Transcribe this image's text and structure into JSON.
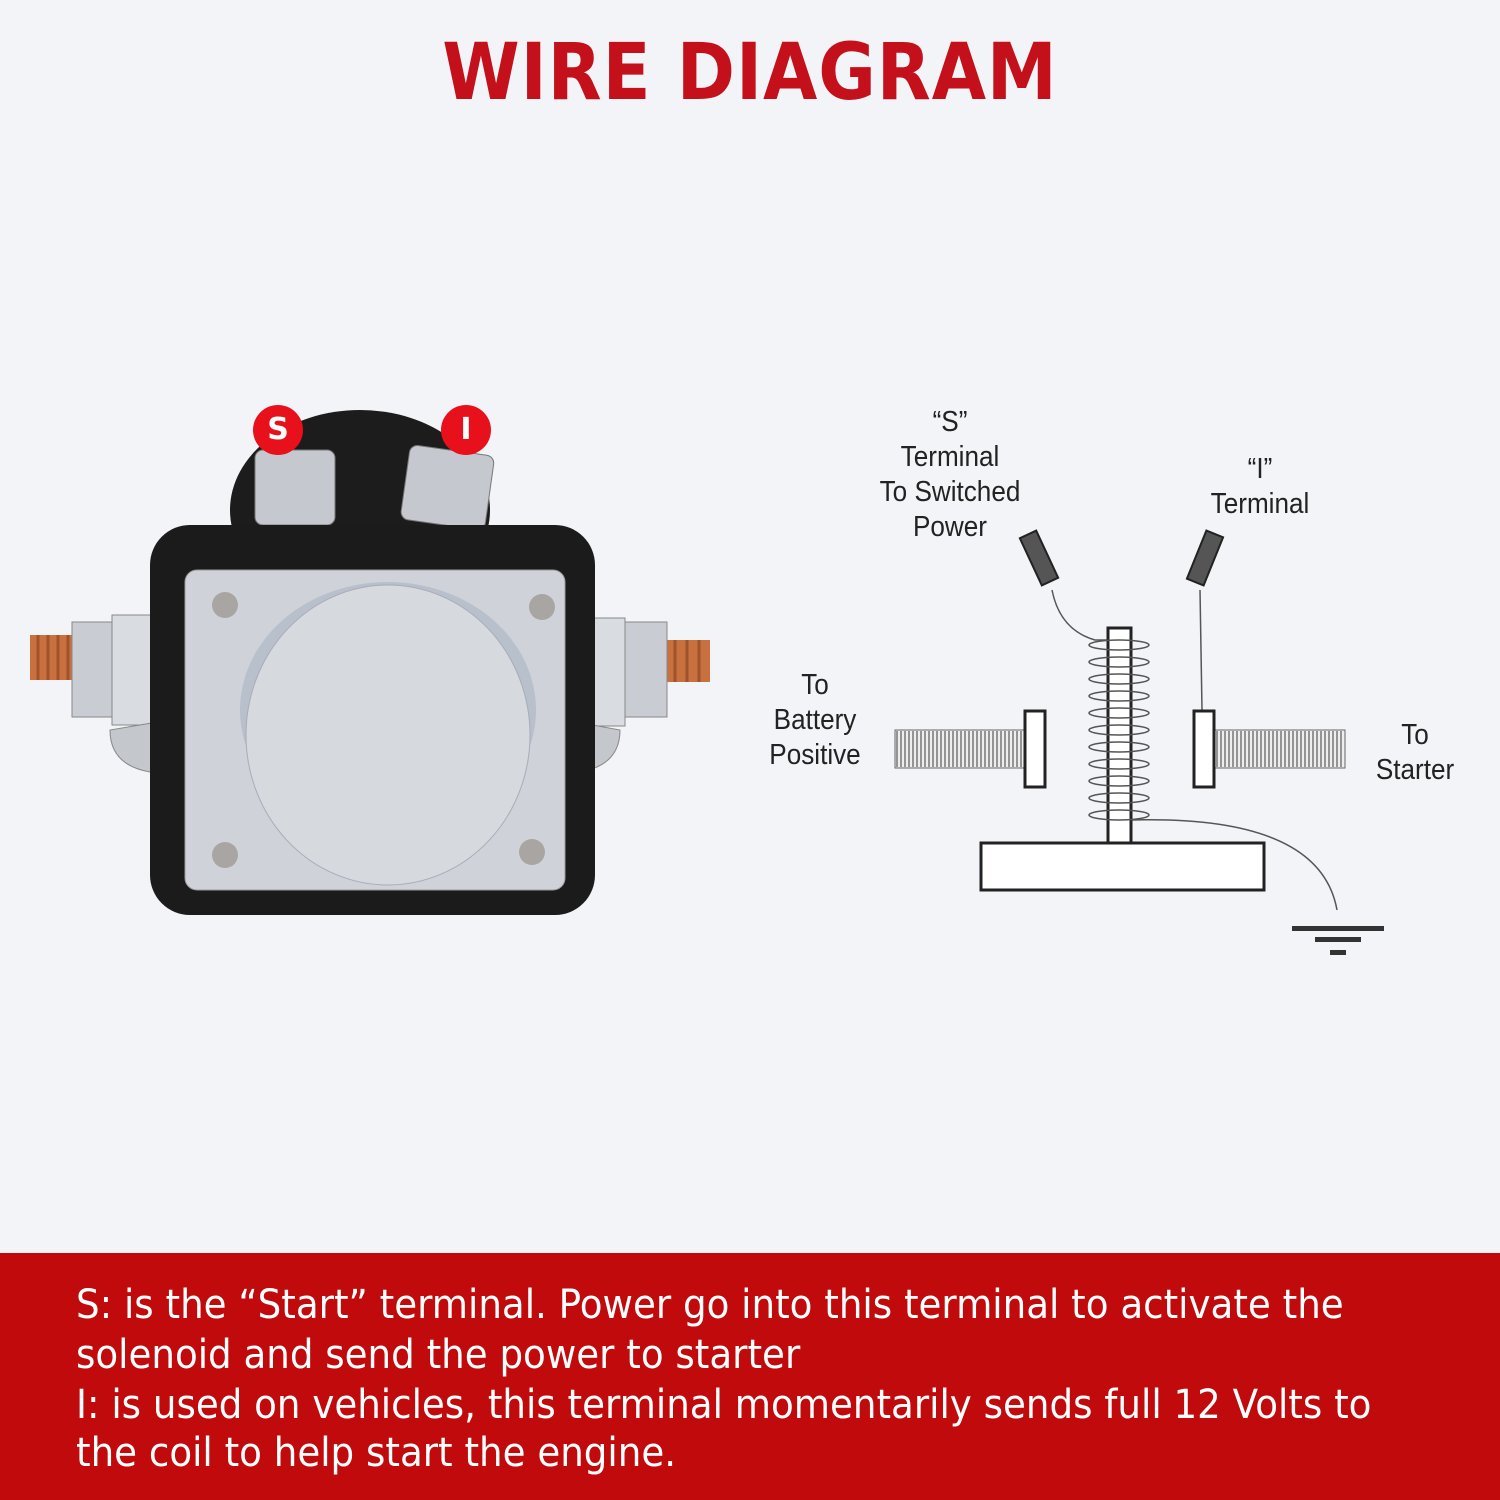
{
  "title": "WIRE DIAGRAM",
  "photo": {
    "badge_s": "S",
    "badge_i": "I"
  },
  "diagram": {
    "s_terminal": [
      "“S”",
      "Terminal",
      "To Switched",
      "Power"
    ],
    "i_terminal": [
      "“I”",
      "Terminal"
    ],
    "battery": [
      "To",
      "Battery",
      "Positive"
    ],
    "starter": [
      "To",
      "Starter"
    ]
  },
  "description": {
    "lines": [
      "S: is the  “Start”  terminal. Power go into this terminal to activate the",
      "solenoid and send the power to starter",
      "I: is used on vehicles, this terminal momentarily sends full 12 Volts to",
      "the coil to help start the engine."
    ]
  },
  "colors": {
    "accent": "#c00a0b",
    "title": "#c3101b",
    "badge": "#e8101a"
  }
}
